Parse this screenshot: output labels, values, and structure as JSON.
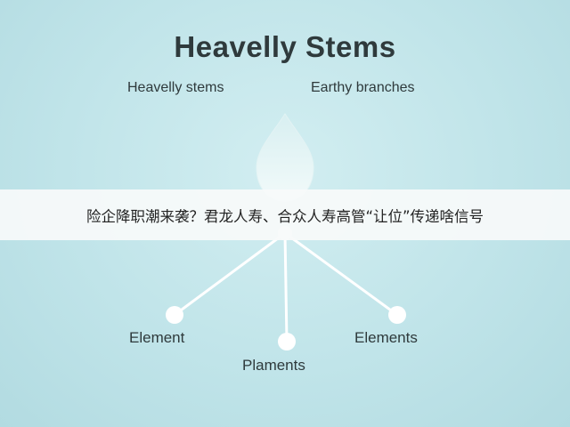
{
  "diagram": {
    "title": "Heavelly Stems",
    "subtitle_left": "Heavelly stems",
    "subtitle_right": "Earthy branches",
    "nodes": {
      "left": "Element",
      "center": "Plaments",
      "right": "Elements"
    },
    "colors": {
      "background": "#bfe3e8",
      "line": "#ffffff",
      "drop": "#e6f5f6",
      "text": "#2f3a3c"
    }
  },
  "banner": {
    "text": "险企降职潮来袭？君龙人寿、合众人寿高管“让位”传递啥信号"
  }
}
